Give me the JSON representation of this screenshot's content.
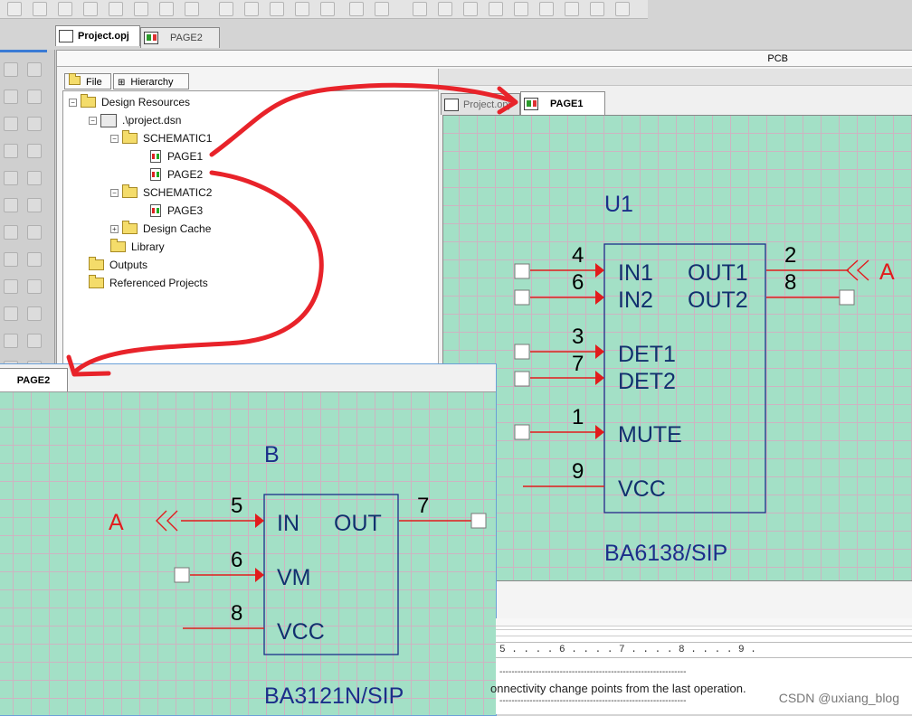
{
  "project_tabs": [
    {
      "label": "Project.opj",
      "active": true
    },
    {
      "label": "PAGE2",
      "active": false
    }
  ],
  "pm": {
    "title": "PCB",
    "tree_tabs": [
      "File",
      "Hierarchy"
    ],
    "tree": [
      {
        "label": "Design Resources",
        "type": "folder"
      },
      {
        "label": ".\\project.dsn",
        "type": "dsn"
      },
      {
        "label": "SCHEMATIC1",
        "type": "folder"
      },
      {
        "label": "PAGE1",
        "type": "page"
      },
      {
        "label": "PAGE2",
        "type": "page"
      },
      {
        "label": "SCHEMATIC2",
        "type": "folder"
      },
      {
        "label": "PAGE3",
        "type": "page"
      },
      {
        "label": "Design Cache",
        "type": "folder"
      },
      {
        "label": "Library",
        "type": "folder"
      },
      {
        "label": "Outputs",
        "type": "folder"
      },
      {
        "label": "Referenced Projects",
        "type": "folder"
      }
    ]
  },
  "page1_window": {
    "tabs": [
      "Project.opj",
      "PAGE1"
    ],
    "part": {
      "ref": "U1",
      "value": "BA6138/SIP",
      "pins": [
        {
          "num": "4",
          "name": "IN1"
        },
        {
          "num": "6",
          "name": "IN2"
        },
        {
          "num": "3",
          "name": "DET1"
        },
        {
          "num": "7",
          "name": "DET2"
        },
        {
          "num": "1",
          "name": "MUTE"
        },
        {
          "num": "9",
          "name": "VCC"
        },
        {
          "num": "2",
          "name": "OUT1"
        },
        {
          "num": "8",
          "name": "OUT2"
        }
      ]
    },
    "offpage": "A"
  },
  "page2_window": {
    "tab": "PAGE2",
    "part": {
      "ref": "B",
      "value": "BA3121N/SIP",
      "pins": [
        {
          "num": "5",
          "name": "IN"
        },
        {
          "num": "6",
          "name": "VM"
        },
        {
          "num": "8",
          "name": "VCC"
        },
        {
          "num": "7",
          "name": "OUT"
        }
      ]
    },
    "offpage": "A"
  },
  "log": {
    "ruler": "5 . . . . 6 . . . . 7 . . . . 8 . . . . 9 .",
    "separator": "--------------------------------------------------------------",
    "message": "onnectivity change points from the last operation."
  },
  "watermark": "CSDN @uxiang_blog",
  "colors": {
    "canvas": "#a3e0c6",
    "wire": "#e11c1c",
    "part_body": "#1b2f8a",
    "annotation": "#e8232a"
  }
}
